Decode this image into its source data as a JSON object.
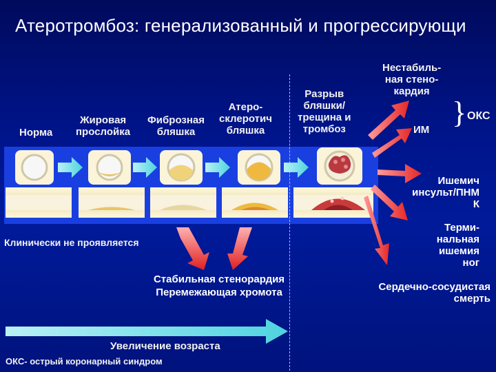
{
  "title": "Атеротромбоз: генерализованный и прогрессирующи",
  "stages": {
    "norma": "Норма",
    "fat": [
      "Жировая",
      "прослойка"
    ],
    "fibrous": [
      "Фиброзная",
      "бляшка"
    ],
    "athero": [
      "Атеро-",
      "склеротич",
      "бляшка"
    ],
    "rupture": [
      "Разрыв",
      "бляшки/",
      "трещина и",
      "тромбоз"
    ]
  },
  "acute": {
    "unstable": [
      "Нестабиль-",
      "ная стено-",
      "кардия"
    ],
    "mi": "ИМ",
    "oks_label": "ОКС"
  },
  "outcomes": {
    "stroke": [
      "Ишемич",
      "инсульт/ПНМ",
      "К"
    ],
    "ischemia": [
      "Терми-",
      "нальная",
      "ишемия",
      "ног"
    ],
    "death": [
      "Сердечно-сосудистая",
      "смерть"
    ]
  },
  "clinical": {
    "silent": "Клинически не проявляется",
    "stable": [
      "Стабильная стенорардия",
      "Перемежающая хромота"
    ]
  },
  "age_label": "Увеличение возраста",
  "footnote": "ОКС- острый коронарный синдром",
  "colors": {
    "background": "#00148a",
    "band": "#1a3fe0",
    "arrow_cyan": "#7fe6ee",
    "arrow_red": "#ef3b3b",
    "vessel_wall": "#f3ebc8"
  }
}
